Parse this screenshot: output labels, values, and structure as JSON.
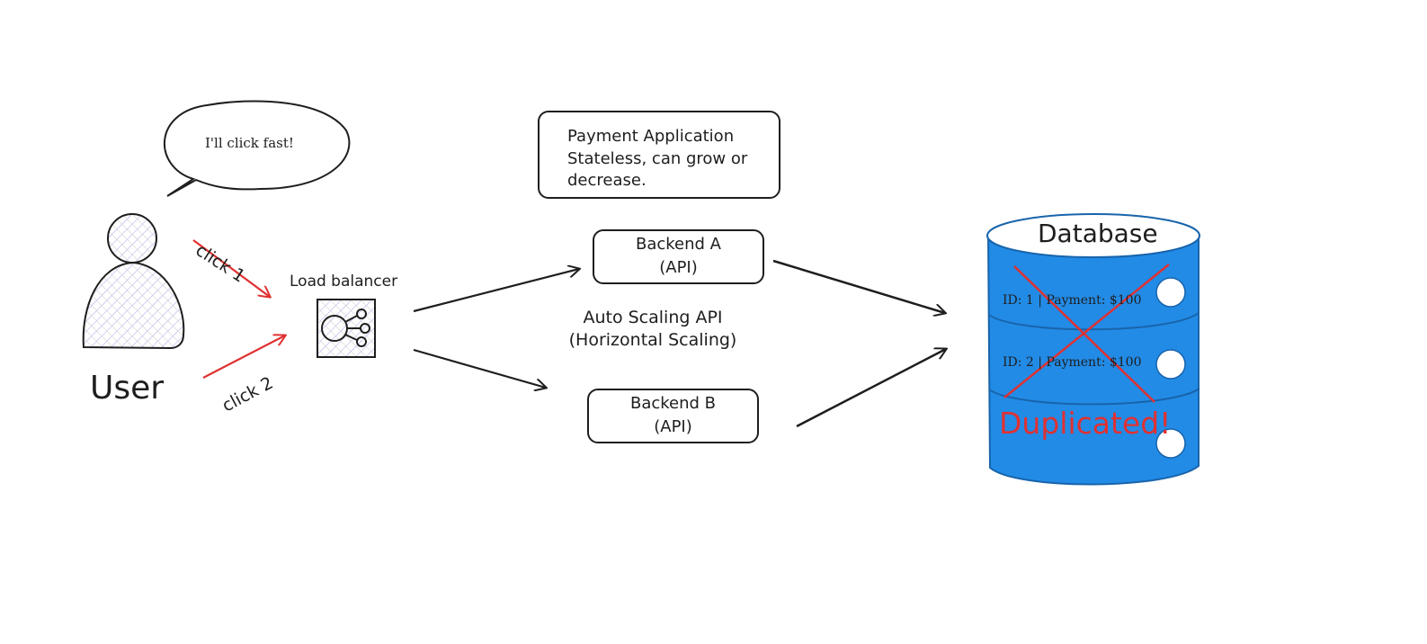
{
  "user": {
    "label": "User",
    "speech": "I'll click fast!"
  },
  "clicks": {
    "click1": "click 1",
    "click2": "click 2"
  },
  "load_balancer": {
    "label": "Load balancer"
  },
  "note": {
    "line1": "Payment Application",
    "line2": "Stateless, can grow or",
    "line3": "decrease."
  },
  "backend_a": {
    "name": "Backend A",
    "sub": "(API)"
  },
  "backend_b": {
    "name": "Backend B",
    "sub": "(API)"
  },
  "scaling": {
    "line1": "Auto Scaling API",
    "line2": "(Horizontal Scaling)"
  },
  "database": {
    "label": "Database",
    "row1": "ID: 1 | Payment: $100",
    "row2": "ID: 2 | Payment: $100",
    "warning": "Duplicated!"
  },
  "colors": {
    "ink": "#1e1e1e",
    "accent_red": "#e03131",
    "db_blue": "#228be6",
    "hatch": "#a5a5e8"
  }
}
